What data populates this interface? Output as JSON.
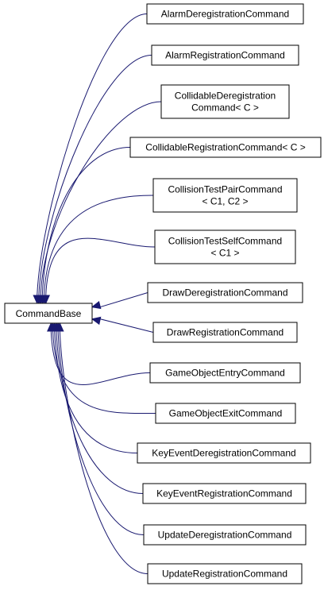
{
  "base_class": {
    "name": "CommandBase"
  },
  "derived_classes": [
    {
      "lines": [
        "AlarmDeregistrationCommand"
      ]
    },
    {
      "lines": [
        "AlarmRegistrationCommand"
      ]
    },
    {
      "lines": [
        "CollidableDeregistration",
        "Command< C >"
      ]
    },
    {
      "lines": [
        "CollidableRegistrationCommand< C >"
      ]
    },
    {
      "lines": [
        "CollisionTestPairCommand",
        "< C1, C2 >"
      ]
    },
    {
      "lines": [
        "CollisionTestSelfCommand",
        "< C1 >"
      ]
    },
    {
      "lines": [
        "DrawDeregistrationCommand"
      ]
    },
    {
      "lines": [
        "DrawRegistrationCommand"
      ]
    },
    {
      "lines": [
        "GameObjectEntryCommand"
      ]
    },
    {
      "lines": [
        "GameObjectExitCommand"
      ]
    },
    {
      "lines": [
        "KeyEventDeregistrationCommand"
      ]
    },
    {
      "lines": [
        "KeyEventRegistrationCommand"
      ]
    },
    {
      "lines": [
        "UpdateDeregistrationCommand"
      ]
    },
    {
      "lines": [
        "UpdateRegistrationCommand"
      ]
    }
  ],
  "colors": {
    "edge": "#191970",
    "node_border": "#000000",
    "node_fill": "#ffffff",
    "background": "#ffffff"
  }
}
